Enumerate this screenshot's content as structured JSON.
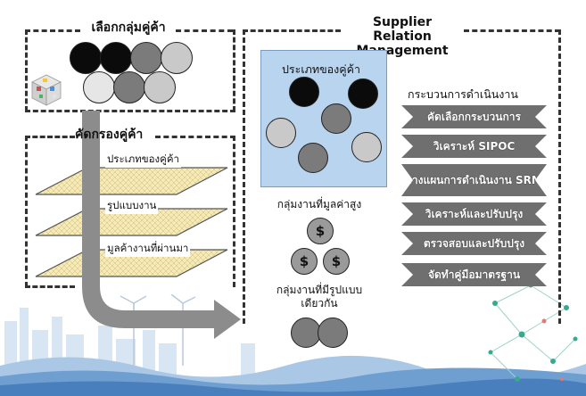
{
  "left_panel": {
    "select_title": "เลือกกลุ่มคู่ค้า",
    "screen_title": "คัดกรองคู่ค้า",
    "layers": [
      "ประเภทของคู่ค้า",
      "รูปแบบงาน",
      "มูลค้างานที่ผ่านมา"
    ]
  },
  "right_panel": {
    "title_line1": "Supplier Relation",
    "title_line2": "Management",
    "supplier_type_title": "ประเภทของคู่ค้า",
    "high_value_label": "กลุ่มงานที่มูลค่าสูง",
    "coin_symbol": "$",
    "similar_label_line1": "กลุ่มงานที่มีรูปแบบ",
    "similar_label_line2": "เดียวกัน",
    "process_title": "กระบวนการดำเนินงาน",
    "steps": [
      "คัดเลือกกระบวนการ",
      "วิเคราะห์ SIPOC",
      "วางแผนการดำเนินงาน SRM",
      "วิเคราะห์และปรับปรุง",
      "ตรวจสอบและปรับปรุง",
      "จัดทำคู่มือมาตรฐาน"
    ]
  },
  "colors": {
    "black": "#0b0b0b",
    "dark_gray": "#7b7b7b",
    "light_gray": "#c9c9c9",
    "panel_blue": "#b9d4ef",
    "step_gray": "#6f6f6f",
    "layer_yellow": "#f6eab6"
  },
  "icons": [
    "cube-puzzle-icon",
    "city-skyline-icon",
    "wind-turbine-icon",
    "network-nodes-icon"
  ]
}
